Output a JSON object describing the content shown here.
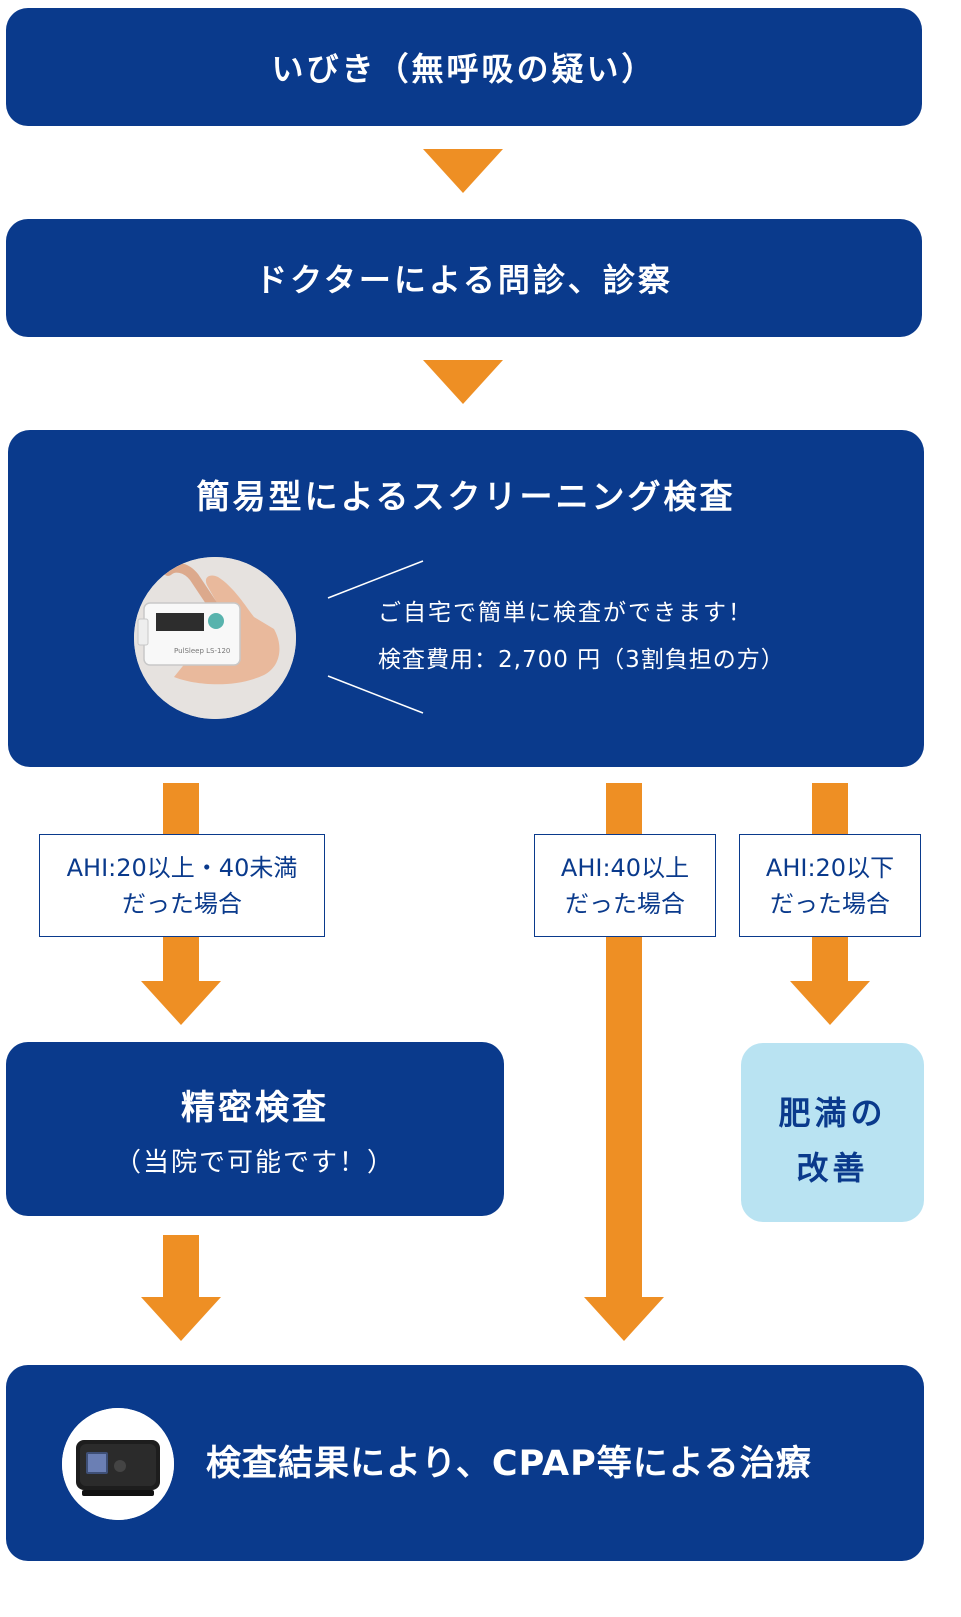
{
  "steps": {
    "snoring": "いびき（無呼吸の疑い）",
    "consult": "ドクターによる問診、診察",
    "screening": {
      "title": "簡易型によるスクリーニング検査",
      "line1": "ご自宅で簡単に検査ができます！",
      "line2": "検査費用：2,700 円（3割負担の方）",
      "device_text": "PulSleep LS-120"
    },
    "detailed": {
      "title": "精密検査",
      "sub": "（当院で可能です！）"
    },
    "obesity": {
      "line1": "肥満の",
      "line2": "改善"
    },
    "treatment": "検査結果により、CPAP等による治療"
  },
  "branches": {
    "mid": {
      "line1": "AHI:20以上・40未満",
      "line2": "だった場合"
    },
    "high": {
      "line1": "AHI:40以上",
      "line2": "だった場合"
    },
    "low": {
      "line1": "AHI:20以下",
      "line2": "だった場合"
    }
  },
  "colors": {
    "navy": "#0a3a8c",
    "orange": "#ee8f24",
    "light_blue": "#b9e3f2"
  }
}
